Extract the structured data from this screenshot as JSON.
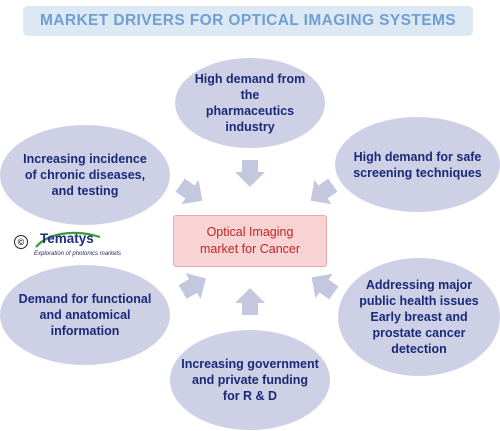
{
  "title": "MARKET DRIVERS FOR OPTICAL IMAGING SYSTEMS",
  "center": "Optical Imaging\nmarket  for Cancer",
  "drivers": {
    "top": "High demand from the\npharmaceutics\nindustry",
    "top_left": "Increasing incidence\nof chronic diseases,\nand testing",
    "top_right": "High demand for safe\nscreening techniques",
    "bottom_left": "Demand for functional\nand anatomical\ninformation",
    "bottom_right": "Addressing major\npublic health issues\nEarly breast and\nprostate cancer\ndetection",
    "bottom": "Increasing government\nand private funding\nfor R & D"
  },
  "logo": {
    "symbol": "©",
    "name": "Tematys",
    "tagline": "Exploration of photonics markets"
  },
  "colors": {
    "banner_bg": "#dde8f5",
    "title_text": "#6e9fd3",
    "ellipse_fill": "#ced0e6",
    "ellipse_text": "#1a2a78",
    "center_fill": "#f8d3d3",
    "center_text": "#c42525",
    "arrow_fill": "#c4c8de"
  }
}
